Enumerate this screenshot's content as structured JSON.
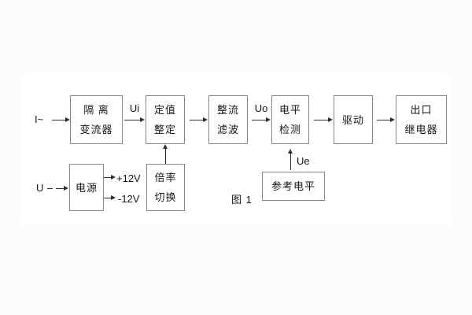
{
  "figure": {
    "caption": "图 1",
    "io_labels": {
      "current_input": "I~",
      "voltage_input": "U",
      "ui": "Ui",
      "uo": "Uo",
      "ue": "Ue",
      "plus_12v": "+12V",
      "minus_12v": "-12V"
    },
    "blocks": {
      "isolation_transformer": {
        "line1": "隔 离",
        "line2": "变流器"
      },
      "setpoint_setting": {
        "line1": "定值",
        "line2": "整定"
      },
      "rectify_filter": {
        "line1": "整流",
        "line2": "滤波"
      },
      "level_detect": {
        "line1": "电平",
        "line2": "检测"
      },
      "drive": {
        "label": "驱动"
      },
      "output_relay": {
        "line1": "出口",
        "line2": "继电器"
      },
      "power_supply": {
        "label": "电源"
      },
      "ratio_switch": {
        "line1": "倍率",
        "line2": "切换"
      },
      "reference_level": {
        "label": "参考电平"
      }
    },
    "colors": {
      "box_border": "#878787",
      "arrow_line": "#2e2e2e",
      "text": "#161616",
      "background": "#ffffff"
    }
  }
}
